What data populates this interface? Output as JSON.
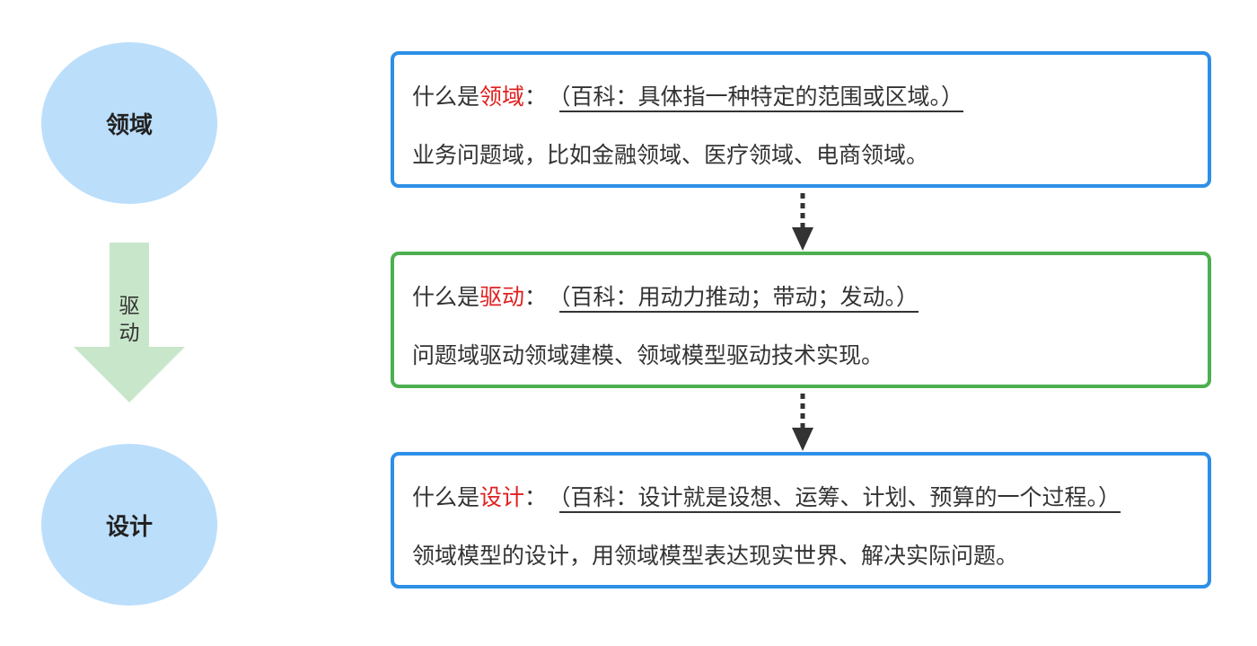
{
  "left": {
    "top_circle": "领域",
    "arrow_label": [
      "驱",
      "动"
    ],
    "bottom_circle": "设计"
  },
  "boxes": [
    {
      "prefix": "什么是",
      "term": "领域",
      "colon": "：",
      "note": "（百科：具体指一种特定的范围或区域。）",
      "description": "业务问题域，比如金融领域、医疗领域、电商领域。"
    },
    {
      "prefix": "什么是",
      "term": "驱动",
      "colon": "：",
      "note": "（百科：用动力推动；带动；发动。）",
      "description": "问题域驱动领域建模、领域模型驱动技术实现。"
    },
    {
      "prefix": "什么是",
      "term": "设计",
      "colon": "：",
      "note": "（百科：设计就是设想、运筹、计划、预算的一个过程。）",
      "description": "领域模型的设计，用领域模型表达现实世界、解决实际问题。"
    }
  ],
  "colors": {
    "circle_fill": "#bbdefb",
    "arrow_fill": "#c8e6c9",
    "box_blue": "#2e8fe6",
    "box_green": "#4caf50",
    "term_red": "#e02020"
  }
}
